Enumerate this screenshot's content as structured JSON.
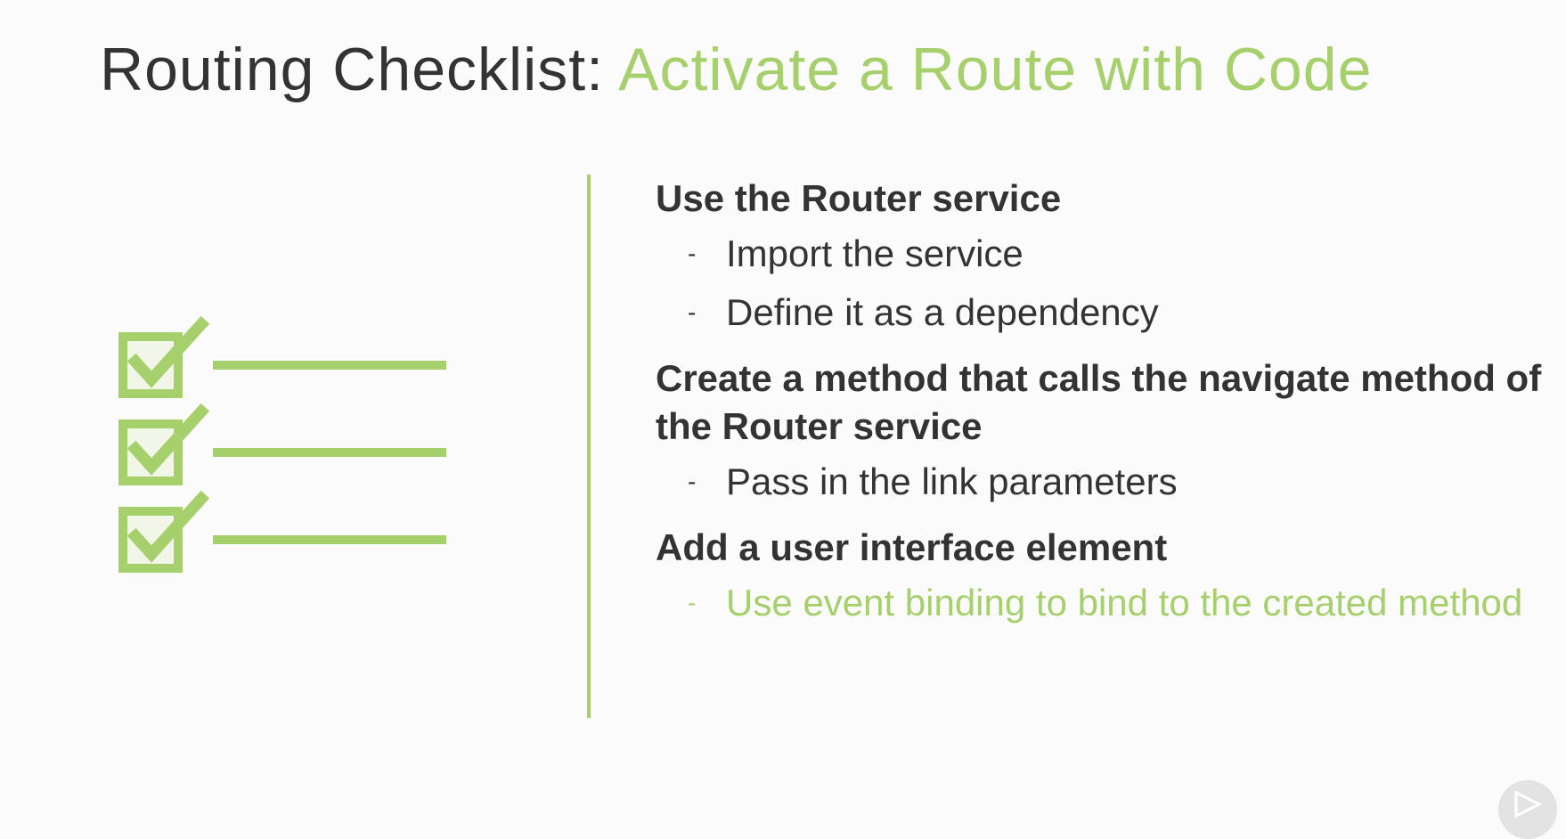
{
  "title": {
    "main": "Routing Checklist:",
    "accent": "Activate a Route with Code"
  },
  "checklist_icon": "checklist-icon",
  "colors": {
    "accent": "#a6d06b",
    "text": "#333333",
    "background": "#fbfbfb"
  },
  "items": [
    {
      "heading": "Use the Router service",
      "subitems": [
        {
          "dash": "-",
          "text": "Import the service"
        },
        {
          "dash": "-",
          "text": "Define it as a dependency"
        }
      ]
    },
    {
      "heading": "Create a method that calls the navigate method of the Router service",
      "subitems": [
        {
          "dash": "-",
          "text": "Pass in the link parameters"
        }
      ]
    },
    {
      "heading": "Add a user interface element",
      "subitems": [
        {
          "dash": "-",
          "text": "Use event binding to bind to the created method"
        }
      ]
    }
  ],
  "corner_icon": "play-logo-icon"
}
